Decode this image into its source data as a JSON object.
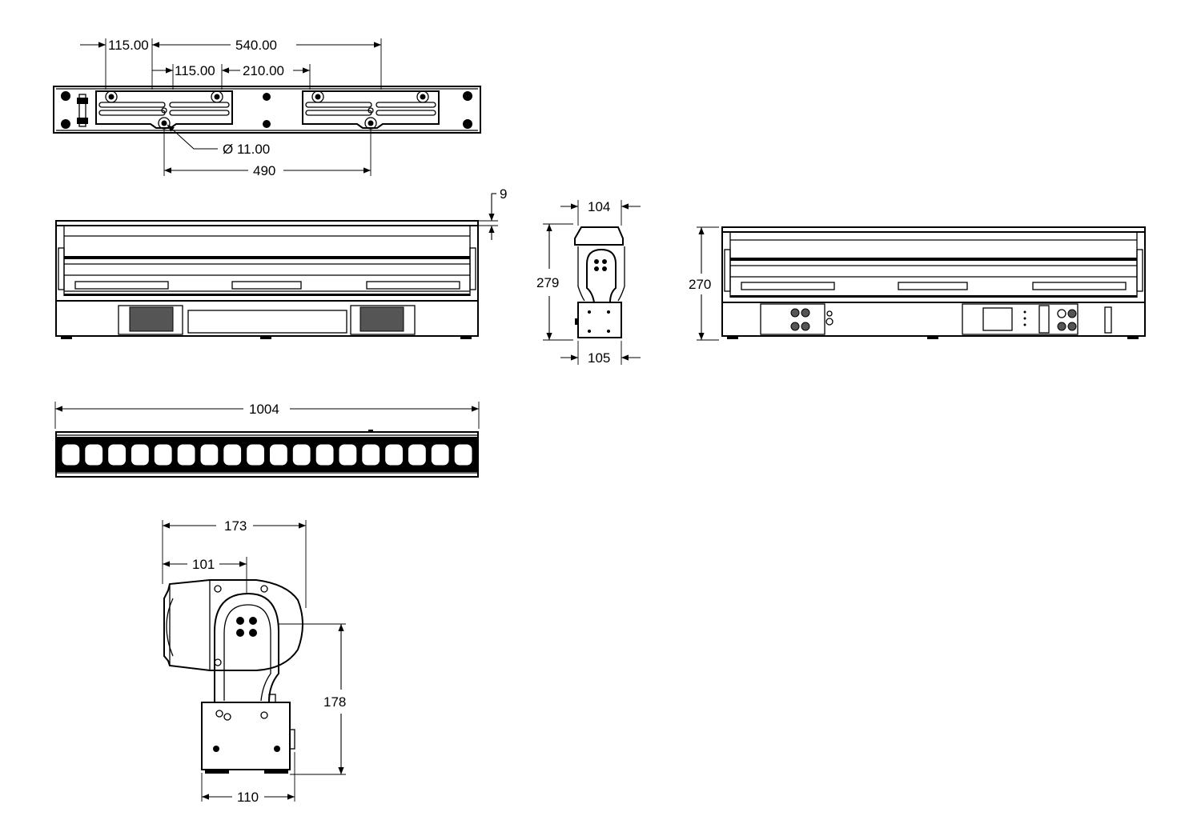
{
  "dimensions": {
    "top_view": {
      "outer_spacing": "115.00",
      "bracket_span": "540.00",
      "inner_spacing": "115.00",
      "inner_span": "210.00",
      "hole_diameter": "Ø 11.00",
      "mount_span": "490"
    },
    "front_view": {
      "lip": "9"
    },
    "side_view": {
      "top_width": "104",
      "height": "279",
      "base_width": "105"
    },
    "rear_view": {
      "height": "270"
    },
    "lens_view": {
      "length": "1004",
      "lens_count": 18
    },
    "detail_view": {
      "overall_depth": "173",
      "pivot_offset": "101",
      "pivot_height": "178",
      "base_depth": "110"
    }
  },
  "colors": {
    "line": "#000000",
    "background": "#ffffff",
    "shade": "#dcdcdc"
  }
}
